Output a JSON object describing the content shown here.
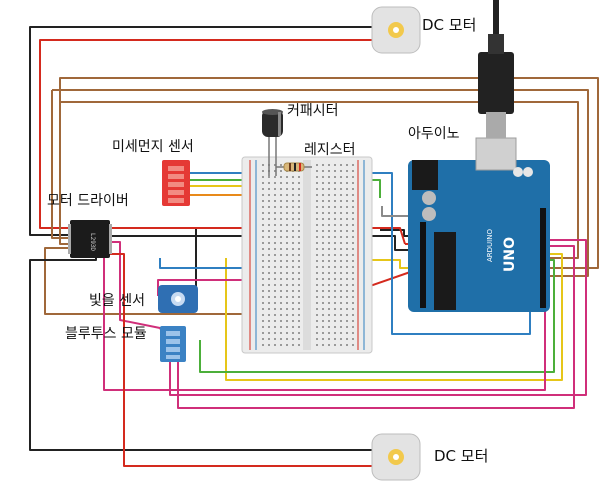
{
  "labels": {
    "motor_top": "DC 모터",
    "motor_bottom": "DC 모터",
    "capacitor": "커패시터",
    "dust_sensor": "미세먼지 센서",
    "resistor": "레지스터",
    "arduino": "아두이노",
    "motor_driver": "모터 드라이버",
    "light_sensor": "빛을 센서",
    "bluetooth": "블루투스 모듈"
  },
  "board_text": {
    "uno": "UNO",
    "arduino_brand": "ARDUINO",
    "driver_chip": "L293D"
  },
  "colors": {
    "wire_black": "#222222",
    "wire_red": "#d42a1e",
    "wire_brown": "#a0683a",
    "wire_orange": "#e88a1a",
    "wire_yellow": "#e6c619",
    "wire_green": "#4caf3a",
    "wire_blue": "#2f7fc1",
    "wire_magenta": "#d02f7a",
    "wire_gray": "#8a8a8a",
    "arduino_board": "#1f6fa8",
    "breadboard": "#ececec",
    "motor_body": "#e3e3e3",
    "motor_shaft": "#f2c94c"
  },
  "icons": [
    "dc-motor-icon",
    "usb-cable-icon",
    "capacitor-icon",
    "dust-sensor-icon",
    "arduino-board-icon",
    "breadboard-icon",
    "motor-driver-chip-icon",
    "light-sensor-icon",
    "bluetooth-module-icon",
    "resistor-icon"
  ]
}
